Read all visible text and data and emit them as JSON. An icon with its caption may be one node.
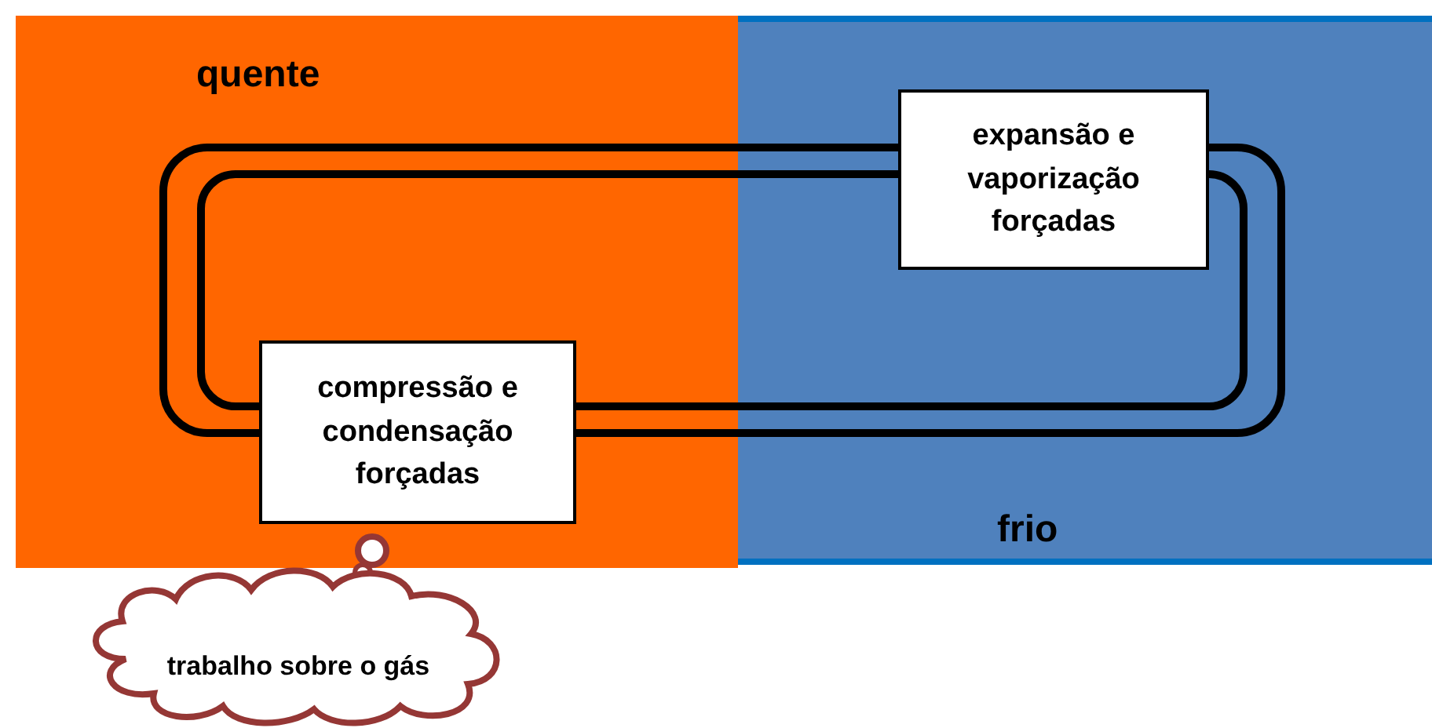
{
  "diagram": {
    "nodes": [
      {
        "text": [
          "quente"
        ]
      },
      {
        "text": [
          "compressão e condensação forçadas"
        ],
        "in": 0
      },
      {
        "text": [
          "frio"
        ]
      },
      {
        "text": [
          "expansão e vaporização forçadas"
        ],
        "in": 2
      },
      {
        "text": [
          "trabalho sobre o gás"
        ]
      }
    ]
  }
}
